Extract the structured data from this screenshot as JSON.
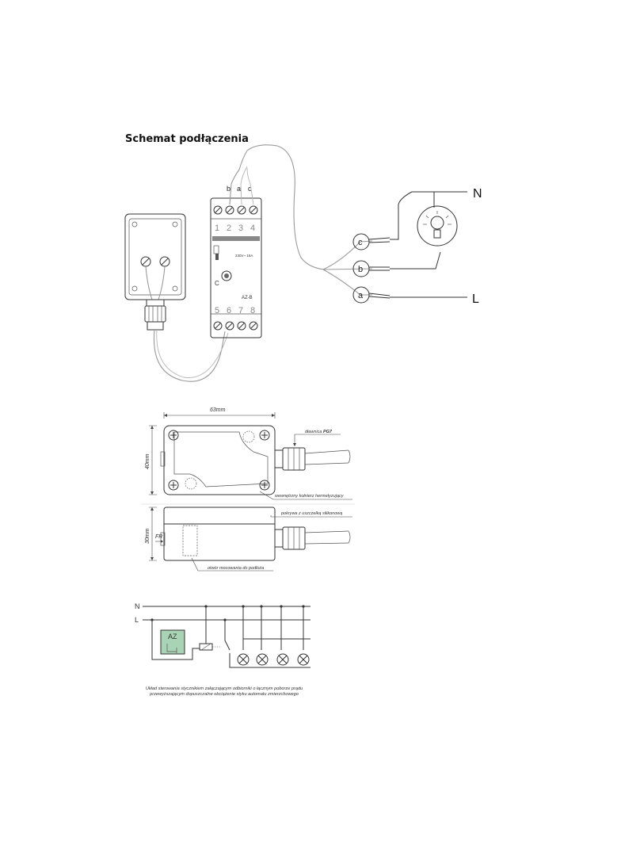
{
  "title": "Schemat podłączenia",
  "wiring": {
    "wire_labels": [
      "b",
      "a",
      "c"
    ],
    "terminals_top": [
      "1",
      "2",
      "3",
      "4"
    ],
    "terminals_bottom": [
      "5",
      "6",
      "7",
      "8"
    ],
    "device_rating": "230V~ 16A",
    "device_model": "AZ-B",
    "knob_label": "C",
    "connector_c": "c",
    "connector_b": "b",
    "connector_a": "a",
    "line_n": "N",
    "line_l": "L"
  },
  "dimensions": {
    "width": "63mm",
    "height": "40mm",
    "depth": "30mm",
    "gland_label_prefix": "dławnica ",
    "gland_label_bold": "PG7",
    "gasket_label": "wewnętrzny kołnierz hermetyzujący",
    "cover_label": "pokrywa z uszczelką silikonową",
    "fr_label": "FR",
    "mount_label": "otwór mocowania do podłoża"
  },
  "circuit": {
    "n_label": "N",
    "l_label": "L",
    "az_label": "AZ",
    "caption_line1": "Układ sterowania stycznikiem załączającym odbiorniki o łącznym poborze prądu",
    "caption_line2": "przewyższającym dopuszczalne obciążenie styku automatu zmierzchowego"
  }
}
